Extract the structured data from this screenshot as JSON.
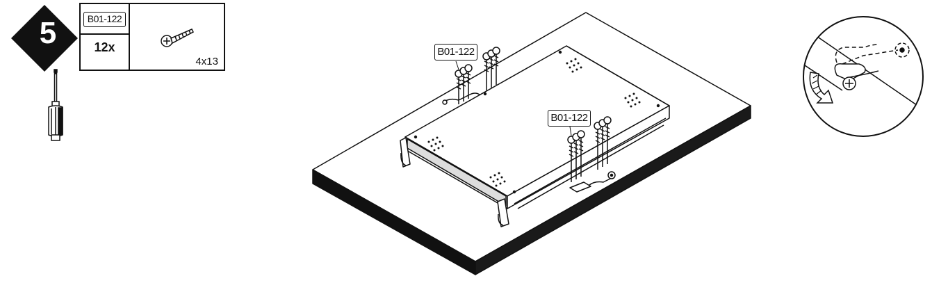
{
  "step": {
    "number": "5"
  },
  "parts": {
    "code": "B01-122",
    "quantity": "12x",
    "size": "4x13"
  },
  "callouts": [
    {
      "label": "B01-122"
    },
    {
      "label": "B01-122"
    }
  ],
  "icons": [
    "step-diamond-icon",
    "screw-icon",
    "screwdriver-icon",
    "rotate-arrow-icon"
  ]
}
